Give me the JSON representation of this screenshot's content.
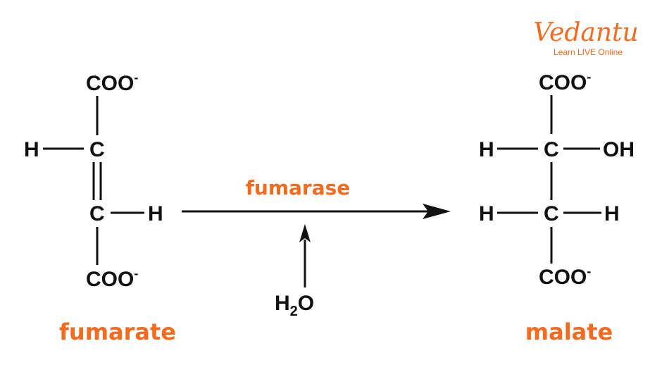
{
  "colors": {
    "accent": "#f26b21",
    "ink": "#111111"
  },
  "brand": {
    "name": "Vedantu",
    "tagline": "Learn LIVE Online"
  },
  "fumarate": {
    "label": "fumarate",
    "top_group": "COO",
    "top_charge": "-",
    "carbon1": "C",
    "h_left": "H",
    "carbon2": "C",
    "h_right": "H",
    "bottom_group": "COO",
    "bottom_charge": "-"
  },
  "reaction": {
    "enzyme": "fumarase",
    "reagent_h": "H",
    "reagent_sub": "2",
    "reagent_o": "O"
  },
  "malate": {
    "label": "malate",
    "top_group": "COO",
    "top_charge": "-",
    "carbon1": "C",
    "h_left_1": "H",
    "oh": "OH",
    "carbon2": "C",
    "h_left_2": "H",
    "h_right_2": "H",
    "bottom_group": "COO",
    "bottom_charge": "-"
  }
}
